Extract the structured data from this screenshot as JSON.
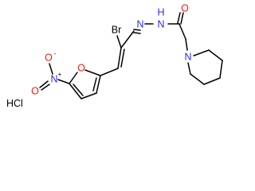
{
  "molecule": {
    "salt_label": "HCl",
    "atoms": {
      "o_carbonyl": "O",
      "n_amide": "N",
      "h_amide": "H",
      "n_imine": "N",
      "br": "Br",
      "n_piperidine": "N",
      "o_furan": "O",
      "n_nitro": "N",
      "o_nitro_top": "O",
      "o_nitro_left": "O",
      "nitro_plus": "+",
      "nitro_minus": "-"
    },
    "colors": {
      "oxygen": "#e8220c",
      "nitrogen": "#2f2fd6",
      "carbon": "#000000"
    }
  }
}
